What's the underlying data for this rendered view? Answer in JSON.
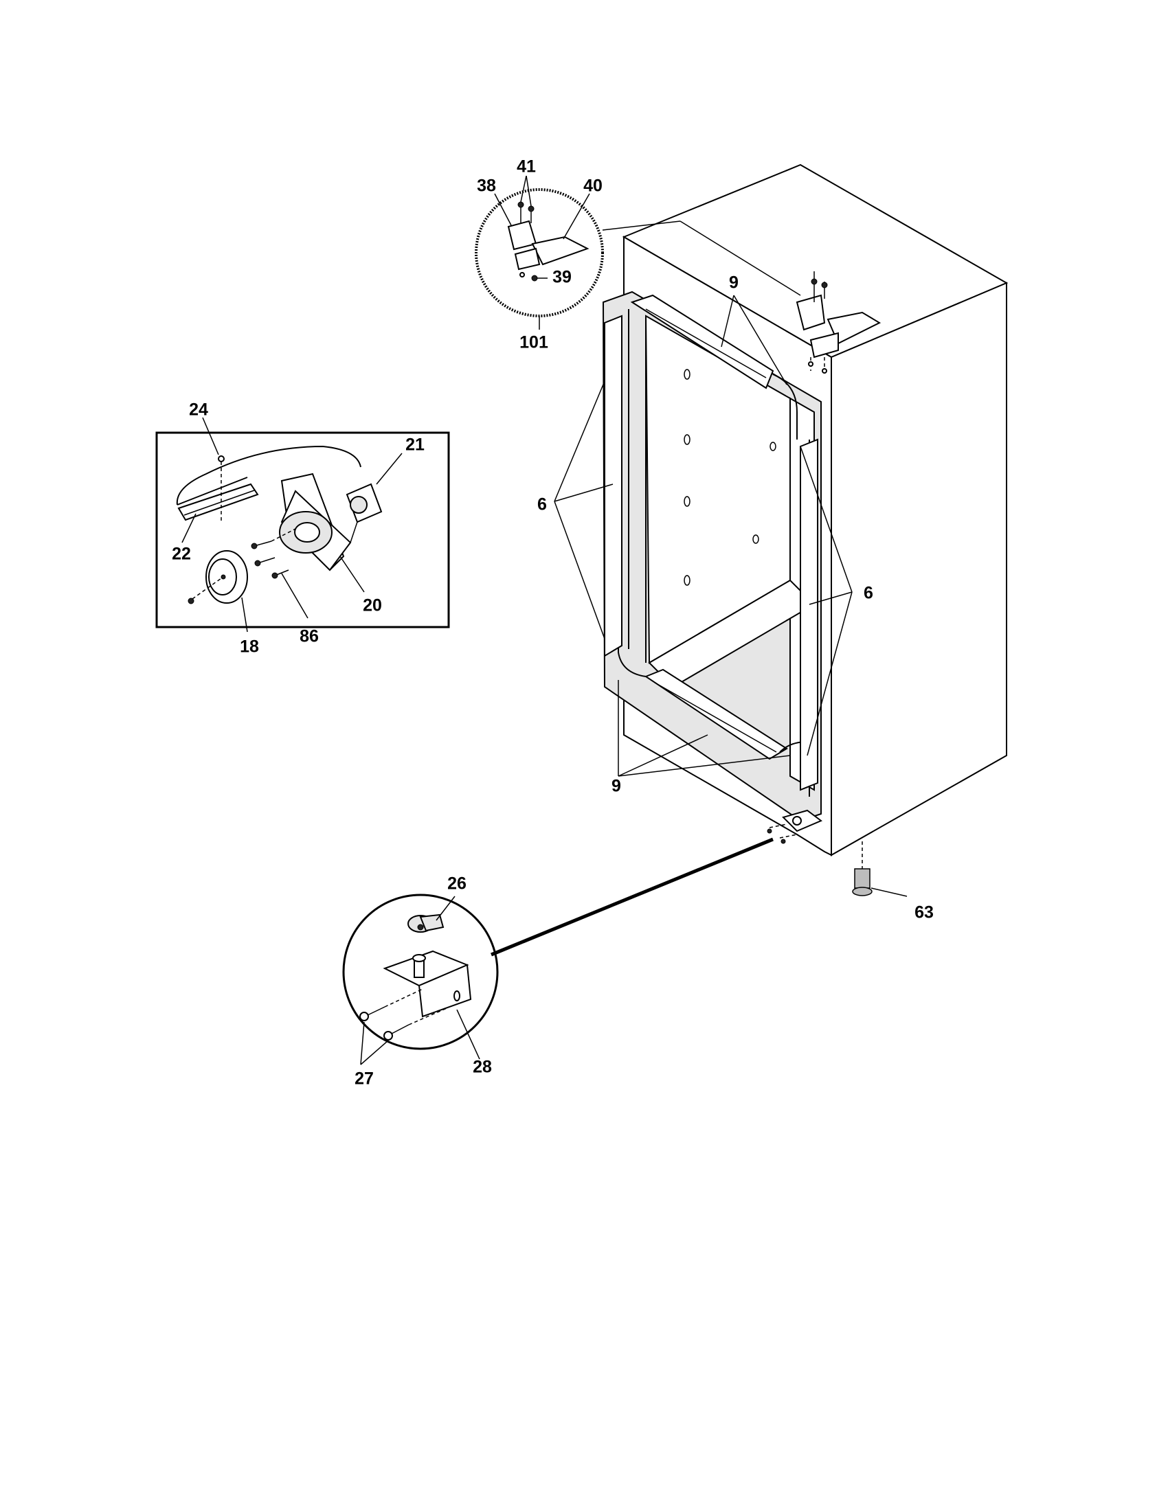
{
  "labels": {
    "l41": "41",
    "l38": "38",
    "l40": "40",
    "l39": "39",
    "l101": "101",
    "l9_top": "9",
    "l24": "24",
    "l21": "21",
    "l6_left": "6",
    "l22": "22",
    "l20": "20",
    "l18": "18",
    "l86": "86",
    "l6_right": "6",
    "l9_bottom": "9",
    "l26": "26",
    "l63": "63",
    "l28": "28",
    "l27": "27"
  }
}
